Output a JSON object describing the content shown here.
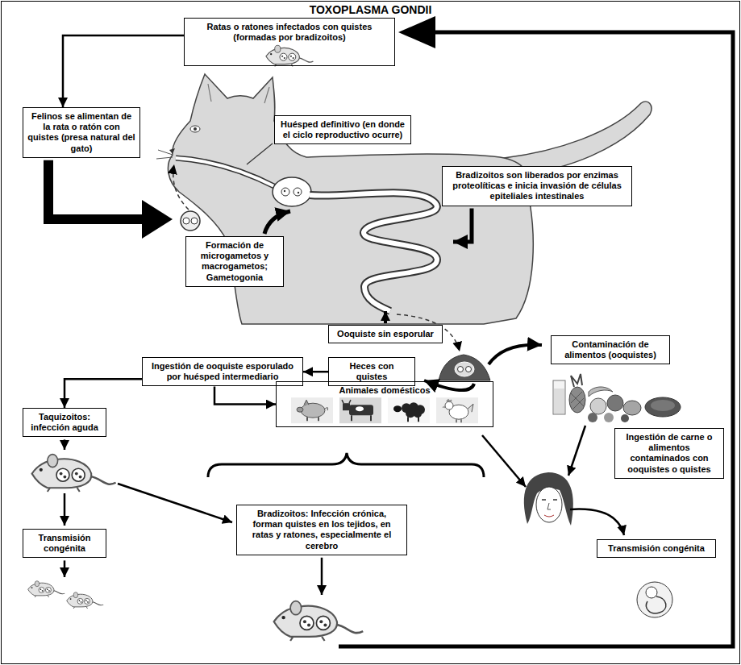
{
  "diagram": {
    "title": "TOXOPLASMA GONDII",
    "nodes": [
      {
        "text": [
          "Ratas o ratones infectados con quistes (formadas por bradizoitos)"
        ]
      },
      {
        "text": [
          "Felinos se alimentan de la rata o ratón con quistes (presa natural del gato)"
        ]
      },
      {
        "text": [
          "Huésped definitivo (en donde el ciclo reproductivo ocurre)"
        ]
      },
      {
        "text": [
          "Bradizoitos son liberados por enzimas proteolíticas e inicia invasión de células epiteliales intestinales"
        ]
      },
      {
        "text": [
          "Formación de microgametos y macrogametos; Gametogonia"
        ]
      },
      {
        "text": [
          "Ooquiste sin esporular"
        ]
      },
      {
        "text": [
          "Contaminación de alimentos (ooquistes)"
        ]
      },
      {
        "text": [
          "Ingestión de ooquiste esporulado por huésped intermediario"
        ]
      },
      {
        "text": [
          "Heces con quistes"
        ]
      },
      {
        "text": [
          "Animales domésticos"
        ]
      },
      {
        "text": [
          "Taquizoitos: infección aguda"
        ]
      },
      {
        "text": [
          "Ingestión de carne o alimentos contaminados con ooquistes o quistes"
        ]
      },
      {
        "text": [
          "Bradizoitos: Infección crónica, forman quistes en los tejidos, en ratas y ratones, especialmente el cerebro"
        ]
      },
      {
        "text": [
          "Transmisión congénita"
        ]
      },
      {
        "text": [
          "Transmisión congénita"
        ]
      }
    ],
    "edges": [
      {
        "from": 0,
        "to": 1,
        "arrow": "to"
      },
      {
        "from": 8,
        "to": 7,
        "arrow": "to"
      },
      {
        "from": 7,
        "to": 9,
        "arrow": "to"
      },
      {
        "from": 7,
        "to": 10,
        "arrow": "to"
      }
    ]
  }
}
